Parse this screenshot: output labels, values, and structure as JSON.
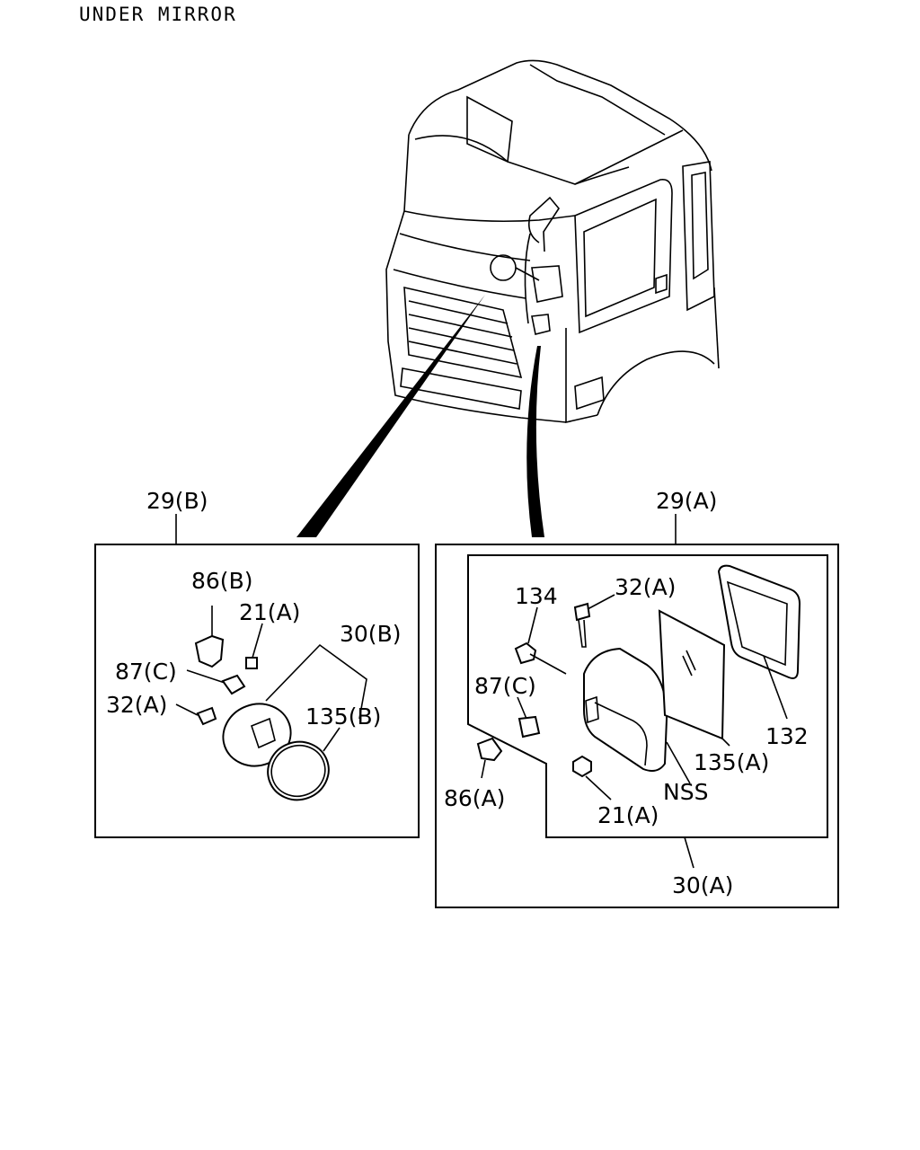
{
  "title": "UNDER MIRROR",
  "colors": {
    "line": "#000000",
    "background": "#ffffff"
  },
  "callouts": {
    "b_group": "29(B)",
    "a_group": "29(A)",
    "left": {
      "p86b": "86(B)",
      "p21a": "21(A)",
      "p30b": "30(B)",
      "p87c": "87(C)",
      "p32a": "32(A)",
      "p135b": "135(B)"
    },
    "right": {
      "p134": "134",
      "p32a": "32(A)",
      "p87c": "87(C)",
      "p86a": "86(A)",
      "p135a": "135(A)",
      "p132": "132",
      "nss": "NSS",
      "p21a": "21(A)",
      "p30a": "30(A)"
    }
  }
}
